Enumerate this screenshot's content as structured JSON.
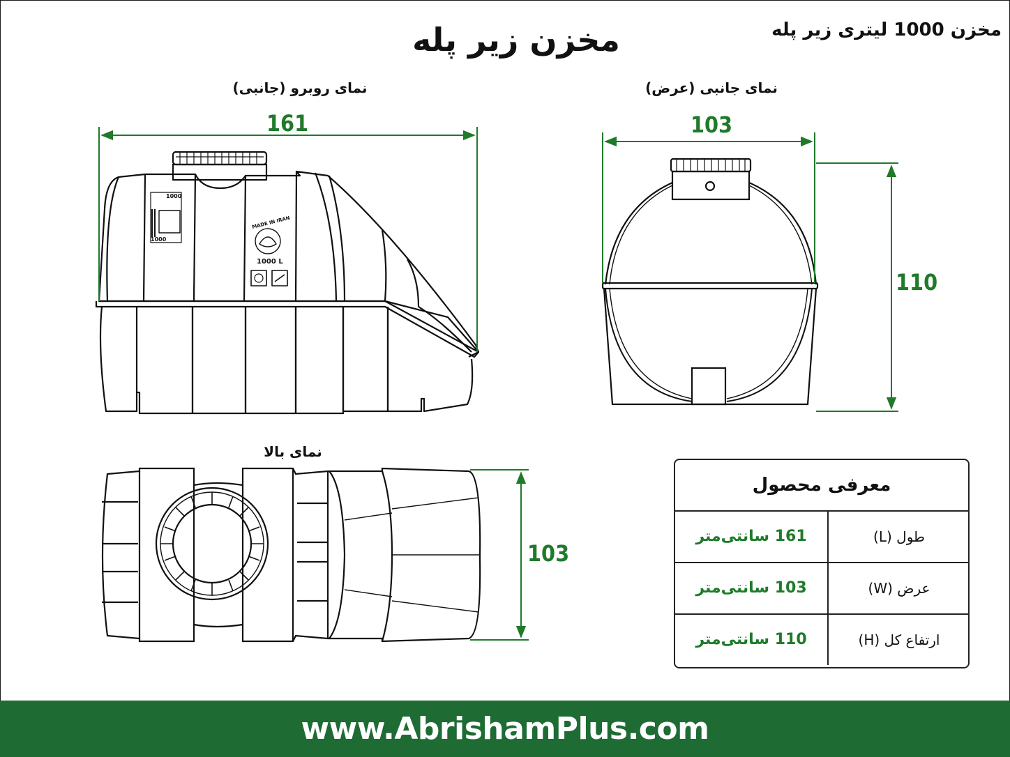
{
  "title": "مخزن زیر پله",
  "corner_title": "مخزن 1000 لیتری زیر پله",
  "views": {
    "front": {
      "label": "نمای روبرو (جانبی)",
      "dimension": "161",
      "badge_top": "1000",
      "badge_bottom": "1000",
      "made_in": "MADE IN IRAN",
      "capacity": "1000 L"
    },
    "side": {
      "label": "نمای جانبی (عرض)",
      "dimension_width": "103",
      "dimension_height": "110"
    },
    "top": {
      "label": "نمای بالا",
      "dimension": "103"
    }
  },
  "product_table": {
    "title": "معرفی محصول",
    "rows": [
      {
        "label": "طول (L)",
        "value": "161 سانتی‌متر"
      },
      {
        "label": "عرض (W)",
        "value": "103 سانتی‌متر"
      },
      {
        "label": "ارتفاع کل (H)",
        "value": "110 سانتی‌متر"
      }
    ]
  },
  "footer": {
    "url": "www.AbrishamPlus.com"
  },
  "colors": {
    "accent": "#1f7a2a",
    "footer_bg": "#1e6b34",
    "outline": "#111111"
  }
}
